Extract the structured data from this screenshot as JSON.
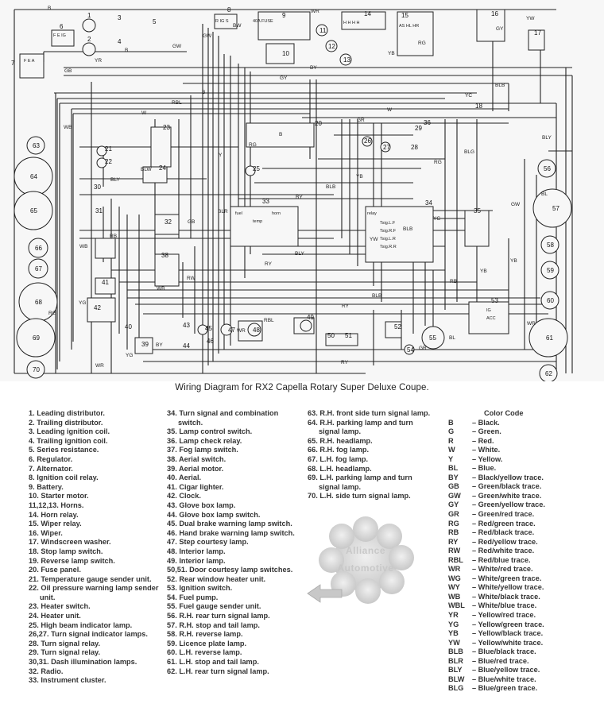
{
  "diagram": {
    "components": [
      "1",
      "2",
      "3",
      "4",
      "5",
      "6",
      "7",
      "8",
      "9",
      "10",
      "11",
      "12",
      "13",
      "14",
      "15",
      "16",
      "17",
      "18",
      "20",
      "21",
      "22",
      "23",
      "24",
      "25",
      "26",
      "27",
      "28",
      "29",
      "30",
      "31",
      "32",
      "33",
      "34",
      "35",
      "36",
      "38",
      "39",
      "40",
      "41",
      "42",
      "43",
      "44",
      "45",
      "46",
      "47",
      "48",
      "49",
      "50",
      "51",
      "52",
      "53",
      "54",
      "55",
      "56",
      "57",
      "58",
      "59",
      "60",
      "61",
      "62",
      "63",
      "64",
      "65",
      "66",
      "67",
      "68",
      "69",
      "70"
    ],
    "wire_labels": [
      "B",
      "B",
      "B",
      "B",
      "YB",
      "YG",
      "YB",
      "YG",
      "BY",
      "BW",
      "BY",
      "W",
      "BLG",
      "BL",
      "RB",
      "RW",
      "RBL",
      "RY",
      "RG",
      "BLB",
      "WB",
      "BLW",
      "BLR",
      "BLY",
      "BLB",
      "BL",
      "YW",
      "YR",
      "RBL",
      "RG",
      "BLB",
      "BLB",
      "YB",
      "RG",
      "YG",
      "GW",
      "GY",
      "GR",
      "RG",
      "GW",
      "WB",
      "WB",
      "WR",
      "WR",
      "YB",
      "YC",
      "BLY",
      "BLY",
      "GB",
      "RY",
      "RY",
      "GR",
      "GY",
      "GB",
      "W",
      "Y",
      "BY",
      "YW",
      "RB",
      "WR",
      "WR",
      "GW"
    ],
    "inner_labels": [
      "F E IG",
      "F E A",
      "R IG S",
      "40A FUSE",
      "H H H H",
      "AS HL HR",
      "relay",
      "fuel",
      "temp",
      "horn",
      "Tsig.L.F",
      "Tsig.R.F",
      "Tsig.L.R",
      "Tsig.R.R",
      "ACC",
      "IG"
    ]
  },
  "caption": "Wiring Diagram for RX2 Capella Rotary Super Deluxe Coupe.",
  "legend": {
    "col1": [
      "1. Leading distributor.",
      "2. Trailing distributor.",
      "3. Leading ignition coil.",
      "4. Trailing ignition coil.",
      "5. Series resistance.",
      "6. Regulator.",
      "7. Alternator.",
      "8. Ignition coil relay.",
      "9. Battery.",
      "10. Starter motor.",
      "11,12,13. Horns.",
      "14. Horn relay.",
      "15. Wiper relay.",
      "16. Wiper.",
      "17. Windscreen washer.",
      "18. Stop lamp switch.",
      "19. Reverse lamp switch.",
      "20. Fuse panel.",
      "21. Temperature gauge sender unit.",
      "22. Oil pressure warning lamp sender unit.",
      "23. Heater switch.",
      "24. Heater unit.",
      "25. High beam indicator lamp.",
      "26,27. Turn signal indicator lamps.",
      "28. Turn signal relay.",
      "29. Turn signal relay.",
      "30,31. Dash illumination lamps.",
      "32. Radio.",
      "33. Instrument cluster."
    ],
    "col2": [
      "34. Turn signal and combination switch.",
      "35. Lamp control switch.",
      "36. Lamp check relay.",
      "37. Fog lamp switch.",
      "38. Aerial switch.",
      "39. Aerial motor.",
      "40. Aerial.",
      "41. Cigar lighter.",
      "42. Clock.",
      "43. Glove box lamp.",
      "44. Glove box lamp switch.",
      "45. Dual brake warning lamp switch.",
      "46. Hand brake warning lamp switch.",
      "47. Step courtesy lamp.",
      "48. Interior lamp.",
      "49. Interior lamp.",
      "50,51. Door courtesy lamp switches.",
      "52. Rear window heater unit.",
      "53. Ignition switch.",
      "54. Fuel pump.",
      "55. Fuel gauge sender unit.",
      "56. R.H. rear turn signal lamp.",
      "57. R.H. stop and tail lamp.",
      "58. R.H. reverse lamp.",
      "59. Licence plate lamp.",
      "60. L.H. reverse lamp.",
      "61. L.H. stop and tail lamp.",
      "62. L.H. rear turn signal lamp."
    ],
    "col3": [
      "63. R.H. front side turn signal lamp.",
      "64. R.H. parking lamp and turn signal lamp.",
      "65. R.H. headlamp.",
      "66. R.H. fog lamp.",
      "67. L.H. fog lamp.",
      "68. L.H. headlamp.",
      "69. L.H. parking lamp and turn signal lamp.",
      "70. L.H. side turn signal lamp."
    ]
  },
  "color_code": {
    "title": "Color Code",
    "entries": [
      {
        "code": "B",
        "meaning": "– Black."
      },
      {
        "code": "G",
        "meaning": "– Green."
      },
      {
        "code": "R",
        "meaning": "– Red."
      },
      {
        "code": "W",
        "meaning": "– White."
      },
      {
        "code": "Y",
        "meaning": "– Yellow."
      },
      {
        "code": "BL",
        "meaning": "– Blue."
      },
      {
        "code": "BY",
        "meaning": "– Black/yellow trace."
      },
      {
        "code": "GB",
        "meaning": "– Green/black trace."
      },
      {
        "code": "GW",
        "meaning": "– Green/white trace."
      },
      {
        "code": "GY",
        "meaning": "– Green/yellow trace."
      },
      {
        "code": "GR",
        "meaning": "– Green/red trace."
      },
      {
        "code": "RG",
        "meaning": "– Red/green trace."
      },
      {
        "code": "RB",
        "meaning": "– Red/black trace."
      },
      {
        "code": "RY",
        "meaning": "– Red/yellow trace."
      },
      {
        "code": "RW",
        "meaning": "– Red/white trace."
      },
      {
        "code": "RBL",
        "meaning": "– Red/blue trace."
      },
      {
        "code": "WR",
        "meaning": "– White/red trace."
      },
      {
        "code": "WG",
        "meaning": "– White/green trace."
      },
      {
        "code": "WY",
        "meaning": "– White/yellow trace."
      },
      {
        "code": "WB",
        "meaning": "– White/black trace."
      },
      {
        "code": "WBL",
        "meaning": "– White/blue trace."
      },
      {
        "code": "YR",
        "meaning": "– Yellow/red trace."
      },
      {
        "code": "YG",
        "meaning": "– Yellow/green trace."
      },
      {
        "code": "YB",
        "meaning": "– Yellow/black trace."
      },
      {
        "code": "YW",
        "meaning": "– Yellow/white trace."
      },
      {
        "code": "BLB",
        "meaning": "– Blue/black trace."
      },
      {
        "code": "BLR",
        "meaning": "– Blue/red trace."
      },
      {
        "code": "BLY",
        "meaning": "– Blue/yellow trace."
      },
      {
        "code": "BLW",
        "meaning": "– Blue/white trace."
      },
      {
        "code": "BLG",
        "meaning": "– Blue/green trace."
      }
    ]
  },
  "watermark": {
    "line1": "Alliance",
    "line2": "Automotive"
  }
}
